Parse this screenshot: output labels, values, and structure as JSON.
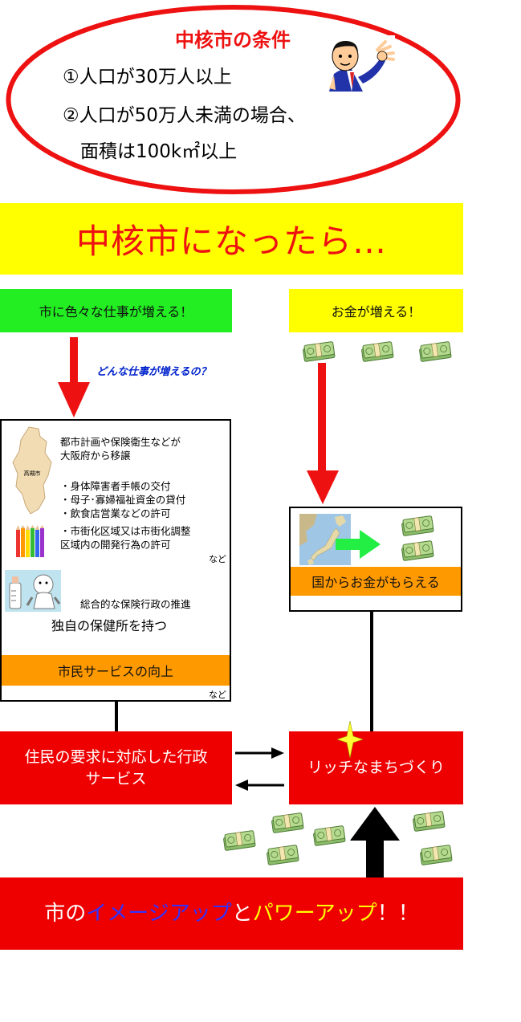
{
  "conditions": {
    "title": "中核市の条件",
    "line1": "①人口が30万人以上",
    "line2": "②人口が50万人未満の場合、",
    "line3": "面積は100k㎡以上",
    "border_color": "#ee1111"
  },
  "banner": {
    "text": "中核市になったら…",
    "bg": "#ffff00",
    "text_color": "#ee1111"
  },
  "jobs": {
    "label": "市に色々な仕事が増える！",
    "question": "どんな仕事が増えるの？",
    "map_label": "高槻市",
    "intro1": "都市計画や保険衛生などが",
    "intro2": "大阪府から移譲",
    "bullets": [
      "・身体障害者手帳の交付",
      "・母子･寡婦福祉資金の貸付",
      "・飲食店営業などの許可",
      "・市街化区域又は市街化調整",
      "区域内の開発行為の許可"
    ],
    "etc1": "など",
    "health": "総合的な保険行政の推進",
    "clinic": "独自の保健所を持つ",
    "service": "市民サービスの向上",
    "etc2": "など",
    "bg": "#22ee22"
  },
  "money": {
    "label": "お金が増える！",
    "national": "国からお金がもらえる",
    "bg": "#ffff00",
    "orange": "#ff9900",
    "cash_icon": "cash-bundle-icon"
  },
  "outcomes": {
    "demand_line1": "住民の要求に対応した行政",
    "demand_line2": "サービス",
    "rich": "リッチなまちづくり",
    "red": "#ee0000"
  },
  "final": {
    "part1": "市の",
    "part2": "イメージアップ",
    "part3": "と",
    "part4": "パワーアップ",
    "part5": "！！"
  }
}
